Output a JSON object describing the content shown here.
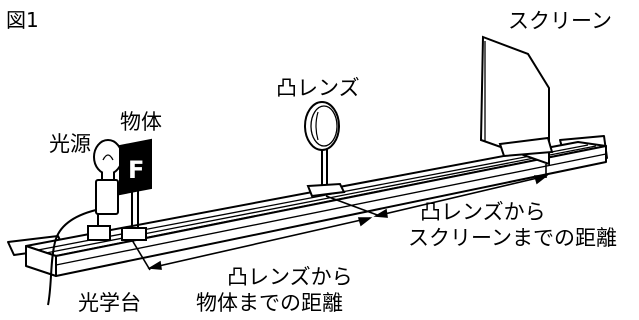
{
  "figure_label": "図1",
  "labels": {
    "screen": "スクリーン",
    "lens": "凸レンズ",
    "object": "物体",
    "light_source": "光源",
    "optical_bench": "光学台",
    "object_card_letter": "F",
    "dist_lens_to_screen_line1": "凸レンズから",
    "dist_lens_to_screen_line2": "スクリーンまでの距離",
    "dist_lens_to_object_line1": "凸レンズから",
    "dist_lens_to_object_line2": "物体までの距離"
  }
}
